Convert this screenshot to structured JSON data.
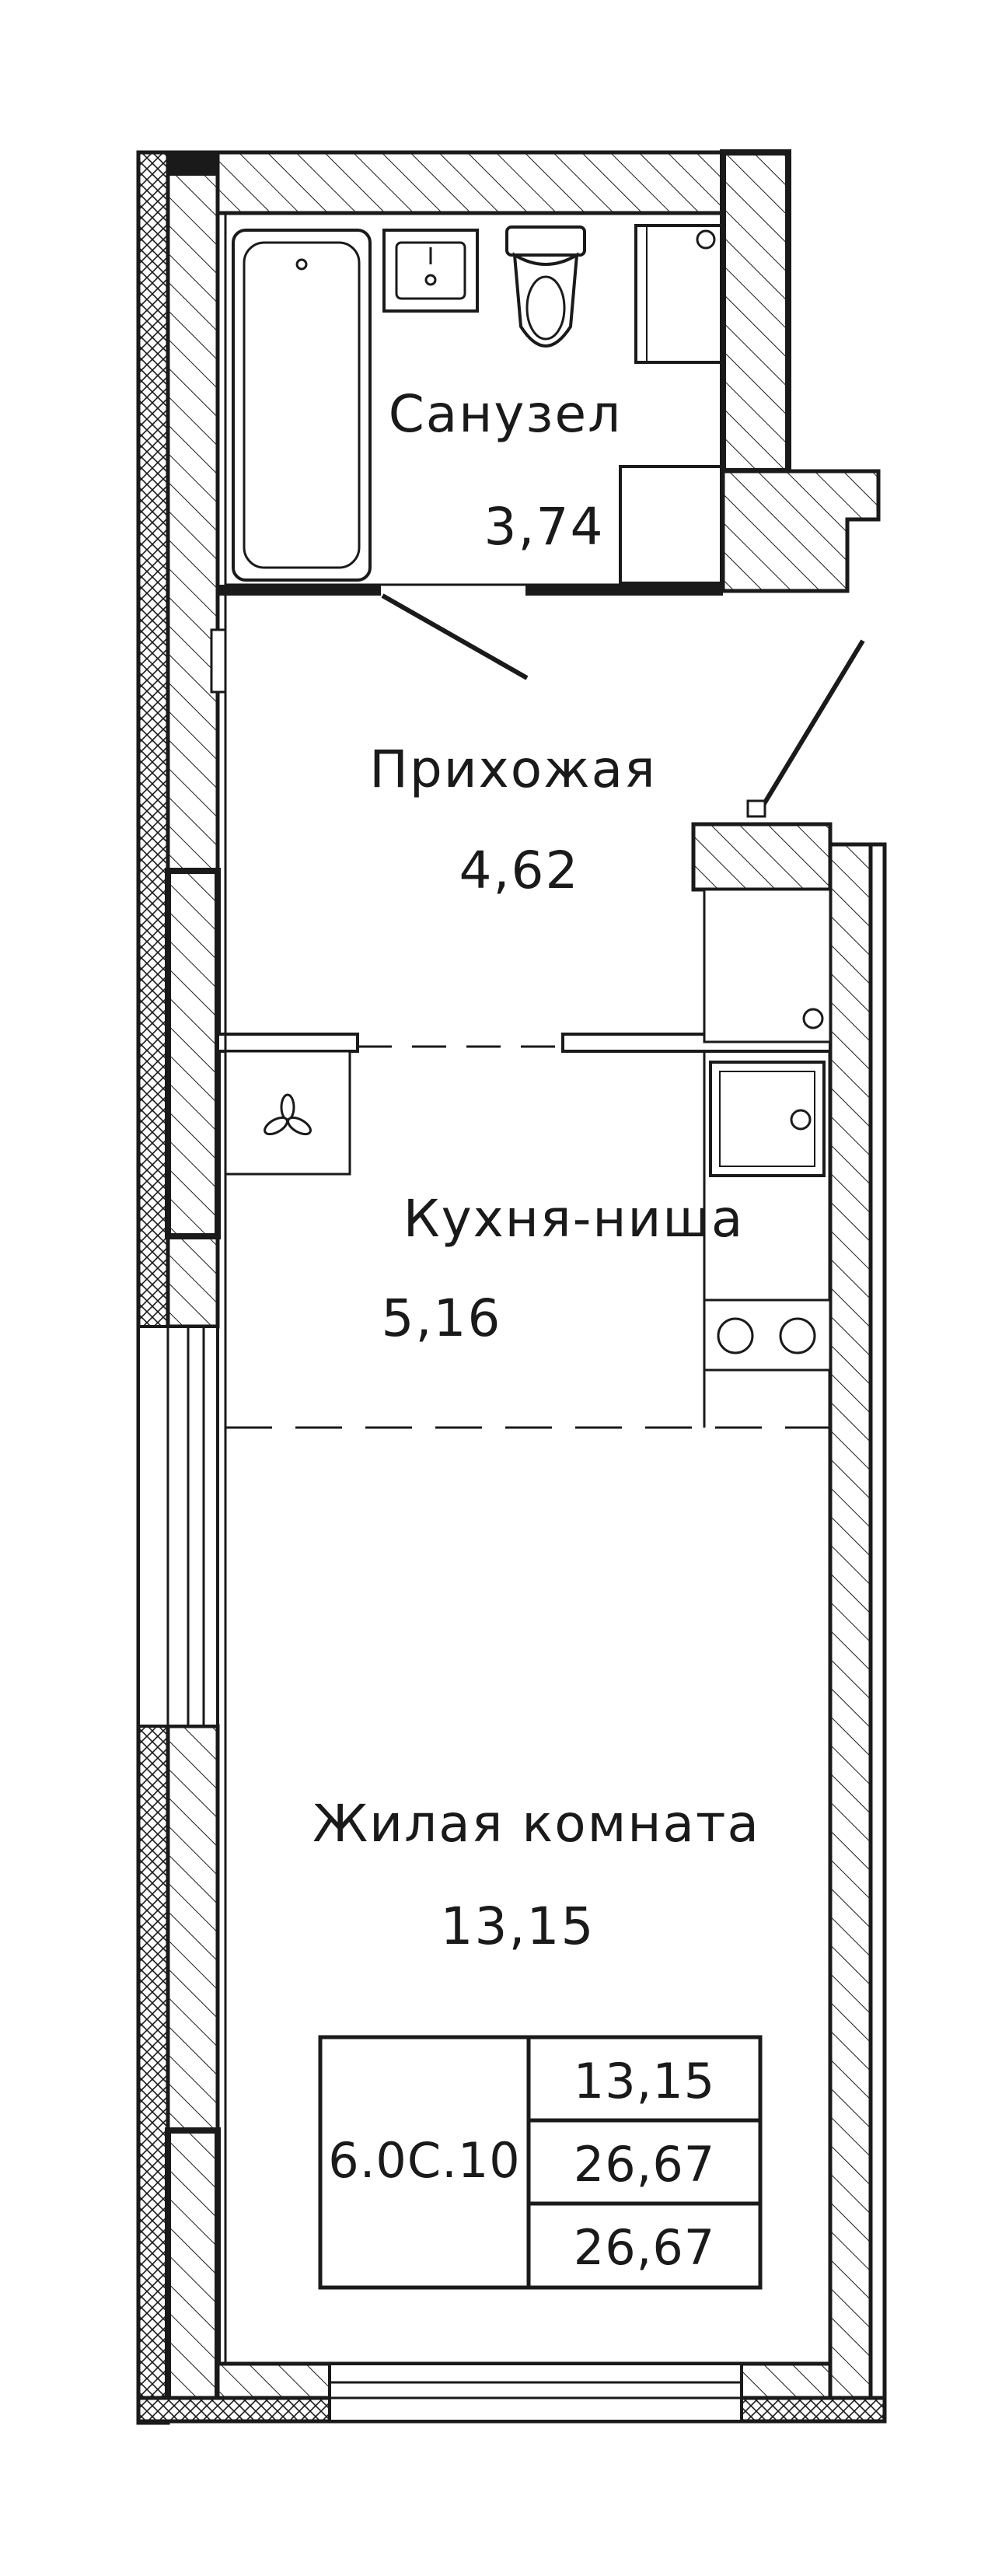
{
  "rooms": {
    "bathroom": {
      "name": "Санузел",
      "area": "3,74"
    },
    "hallway": {
      "name": "Прихожая",
      "area": "4,62"
    },
    "kitchen": {
      "name": "Кухня-ниша",
      "area": "5,16"
    },
    "living": {
      "name": "Жилая комната",
      "area": "13,15"
    }
  },
  "summary": {
    "apartment_code": "6.0С.10",
    "living_area": "13,15",
    "total_area": "26,67",
    "total_area_with_balcony": "26,67"
  },
  "colors": {
    "line": "#1a1a1a",
    "background": "#ffffff"
  },
  "icons": [
    "bathtub-icon",
    "sink-icon",
    "toilet-icon",
    "shower-icon",
    "stove-icon",
    "fan-icon"
  ]
}
